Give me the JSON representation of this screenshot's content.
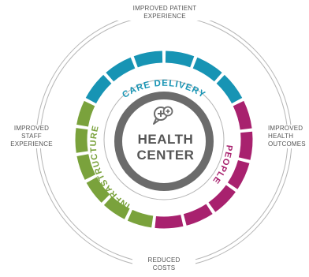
{
  "outer_labels": {
    "top": [
      "IMPROVED PATIENT",
      "EXPERIENCE"
    ],
    "left": [
      "IMPROVED",
      "STAFF",
      "EXPERIENCE"
    ],
    "right": [
      "IMPROVED",
      "HEALTH",
      "OUTCOMES"
    ],
    "bottom": [
      "REDUCED",
      "COSTS"
    ]
  },
  "segments": [
    {
      "label": "CARE DELIVERY",
      "color": "#1794b4"
    },
    {
      "label": "PEOPLE",
      "color": "#a8216e"
    },
    {
      "label": "INFRASTRUCTURE",
      "color": "#7aa23c"
    }
  ],
  "center": {
    "line1": "HEALTH",
    "line2": "CENTER",
    "icon": "location-pin-plus-icon",
    "color": "#6b6b6b"
  }
}
